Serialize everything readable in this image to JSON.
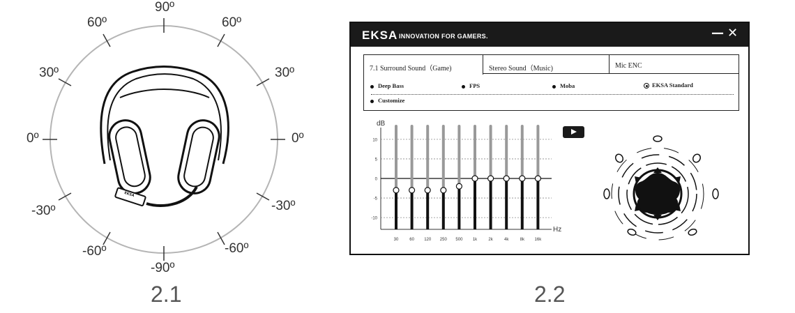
{
  "figure_left": {
    "caption": "2.1",
    "angles": {
      "top": "90º",
      "upper_left_60": "60º",
      "upper_right_60": "60º",
      "left_30": "30º",
      "right_30": "30º",
      "left_0": "0º",
      "right_0": "0º",
      "left_neg30": "-30º",
      "right_neg30": "-30º",
      "lower_left_neg60": "-60º",
      "lower_right_neg60": "-60º",
      "bottom": "-90º"
    },
    "mic_label": "EKSA"
  },
  "figure_right": {
    "caption": "2.2",
    "app": {
      "brand": "EKSA",
      "tagline": "INNOVATION FOR GAMERS.",
      "minimize_symbol": "—",
      "close_symbol": "✕",
      "tabs": [
        {
          "label": "7.1 Surround Sound（Game)"
        },
        {
          "label": "Stereo Sound（Music)"
        },
        {
          "label": "Mic ENC"
        }
      ],
      "options": [
        {
          "label": "Deep Bass"
        },
        {
          "label": "FPS"
        },
        {
          "label": "Moba"
        },
        {
          "label": "EKSA Standard",
          "selected": true
        },
        {
          "label": "Customize"
        }
      ],
      "eq": {
        "y_unit": "dB",
        "x_unit": "Hz",
        "y_ticks": [
          "10",
          "5",
          "0",
          "-5",
          "-10"
        ],
        "y_tick_values": [
          10,
          5,
          0,
          -5,
          -10
        ],
        "ylim": [
          -13,
          13
        ],
        "bands": [
          "30",
          "60",
          "120",
          "250",
          "500",
          "1k",
          "2k",
          "4k",
          "8k",
          "16k"
        ],
        "values": [
          -3,
          -3,
          -3,
          -3,
          -2,
          0,
          0,
          0,
          0,
          0
        ]
      }
    }
  }
}
